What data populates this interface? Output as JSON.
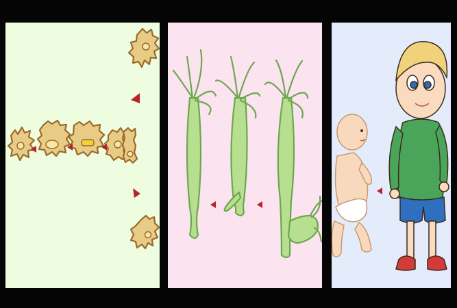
{
  "panels": [
    {
      "id": "amoeba",
      "subject": "amoeba-binary-fission",
      "background": "#eefde0"
    },
    {
      "id": "hydra",
      "subject": "hydra-budding",
      "background": "#fbe3ef"
    },
    {
      "id": "human",
      "subject": "baby-to-child-growth",
      "background": "#e4ecfb"
    }
  ],
  "colors": {
    "frame": "#050505",
    "amoeba_fill": "#e8cc85",
    "amoeba_outline": "#9b6a2a",
    "hydra_fill": "#b6e08f",
    "hydra_outline": "#6ea650",
    "arrow": "#b8232b",
    "shirt": "#4aa55a",
    "shorts": "#2f6fbf",
    "hair": "#f0d27a"
  },
  "icons": [
    "arrow-right-icon",
    "arrow-up-right-icon",
    "arrow-down-right-icon"
  ]
}
